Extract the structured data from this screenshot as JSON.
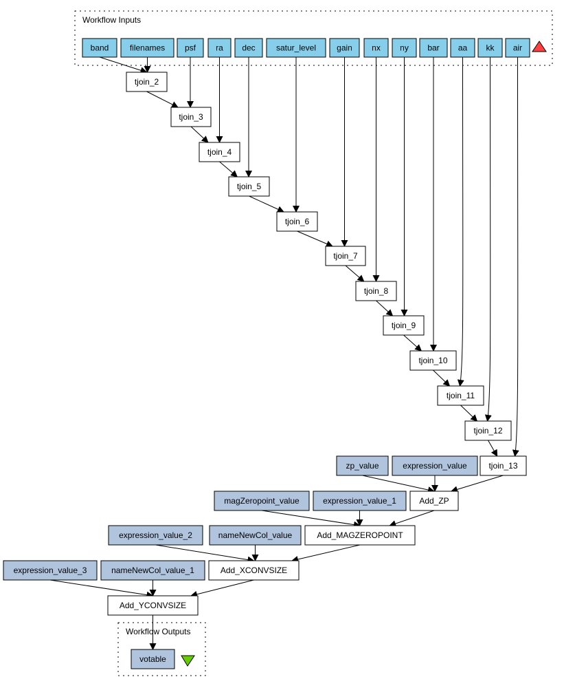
{
  "diagram": {
    "inputs_cluster": {
      "label": "Workflow Inputs"
    },
    "outputs_cluster": {
      "label": "Workflow Outputs"
    },
    "colors": {
      "input_fill": "#87ceeb",
      "constant_fill": "#b0c4de",
      "process_fill": "#ffffff",
      "output_fill": "#b0c4de",
      "input_triangle": "#ff4040",
      "output_triangle": "#66cc00",
      "stroke": "#000000"
    },
    "nodes": [
      {
        "id": "band",
        "label": "band",
        "type": "input"
      },
      {
        "id": "filenames",
        "label": "filenames",
        "type": "input"
      },
      {
        "id": "psf",
        "label": "psf",
        "type": "input"
      },
      {
        "id": "ra",
        "label": "ra",
        "type": "input"
      },
      {
        "id": "dec",
        "label": "dec",
        "type": "input"
      },
      {
        "id": "satur_level",
        "label": "satur_level",
        "type": "input"
      },
      {
        "id": "gain",
        "label": "gain",
        "type": "input"
      },
      {
        "id": "nx",
        "label": "nx",
        "type": "input"
      },
      {
        "id": "ny",
        "label": "ny",
        "type": "input"
      },
      {
        "id": "bar",
        "label": "bar",
        "type": "input"
      },
      {
        "id": "aa",
        "label": "aa",
        "type": "input"
      },
      {
        "id": "kk",
        "label": "kk",
        "type": "input"
      },
      {
        "id": "air",
        "label": "air",
        "type": "input"
      },
      {
        "id": "tjoin_2",
        "label": "tjoin_2",
        "type": "process"
      },
      {
        "id": "tjoin_3",
        "label": "tjoin_3",
        "type": "process"
      },
      {
        "id": "tjoin_4",
        "label": "tjoin_4",
        "type": "process"
      },
      {
        "id": "tjoin_5",
        "label": "tjoin_5",
        "type": "process"
      },
      {
        "id": "tjoin_6",
        "label": "tjoin_6",
        "type": "process"
      },
      {
        "id": "tjoin_7",
        "label": "tjoin_7",
        "type": "process"
      },
      {
        "id": "tjoin_8",
        "label": "tjoin_8",
        "type": "process"
      },
      {
        "id": "tjoin_9",
        "label": "tjoin_9",
        "type": "process"
      },
      {
        "id": "tjoin_10",
        "label": "tjoin_10",
        "type": "process"
      },
      {
        "id": "tjoin_11",
        "label": "tjoin_11",
        "type": "process"
      },
      {
        "id": "tjoin_12",
        "label": "tjoin_12",
        "type": "process"
      },
      {
        "id": "tjoin_13",
        "label": "tjoin_13",
        "type": "process"
      },
      {
        "id": "zp_value",
        "label": "zp_value",
        "type": "constant"
      },
      {
        "id": "expression_value",
        "label": "expression_value",
        "type": "constant"
      },
      {
        "id": "Add_ZP",
        "label": "Add_ZP",
        "type": "process"
      },
      {
        "id": "magZeropoint_value",
        "label": "magZeropoint_value",
        "type": "constant"
      },
      {
        "id": "expression_value_1",
        "label": "expression_value_1",
        "type": "constant"
      },
      {
        "id": "Add_MAGZEROPOINT",
        "label": "Add_MAGZEROPOINT",
        "type": "process"
      },
      {
        "id": "expression_value_2",
        "label": "expression_value_2",
        "type": "constant"
      },
      {
        "id": "nameNewCol_value",
        "label": "nameNewCol_value",
        "type": "constant"
      },
      {
        "id": "Add_XCONVSIZE",
        "label": "Add_XCONVSIZE",
        "type": "process"
      },
      {
        "id": "expression_value_3",
        "label": "expression_value_3",
        "type": "constant"
      },
      {
        "id": "nameNewCol_value_1",
        "label": "nameNewCol_value_1",
        "type": "constant"
      },
      {
        "id": "Add_YCONVSIZE",
        "label": "Add_YCONVSIZE",
        "type": "process"
      },
      {
        "id": "votable",
        "label": "votable",
        "type": "output"
      }
    ],
    "edges": [
      [
        "band",
        "tjoin_2"
      ],
      [
        "filenames",
        "tjoin_2"
      ],
      [
        "tjoin_2",
        "tjoin_3"
      ],
      [
        "psf",
        "tjoin_3"
      ],
      [
        "tjoin_3",
        "tjoin_4"
      ],
      [
        "ra",
        "tjoin_4"
      ],
      [
        "tjoin_4",
        "tjoin_5"
      ],
      [
        "dec",
        "tjoin_5"
      ],
      [
        "tjoin_5",
        "tjoin_6"
      ],
      [
        "satur_level",
        "tjoin_6"
      ],
      [
        "tjoin_6",
        "tjoin_7"
      ],
      [
        "gain",
        "tjoin_7"
      ],
      [
        "tjoin_7",
        "tjoin_8"
      ],
      [
        "nx",
        "tjoin_8"
      ],
      [
        "tjoin_8",
        "tjoin_9"
      ],
      [
        "ny",
        "tjoin_9"
      ],
      [
        "tjoin_9",
        "tjoin_10"
      ],
      [
        "bar",
        "tjoin_10"
      ],
      [
        "tjoin_10",
        "tjoin_11"
      ],
      [
        "aa",
        "tjoin_11"
      ],
      [
        "tjoin_11",
        "tjoin_12"
      ],
      [
        "kk",
        "tjoin_12"
      ],
      [
        "tjoin_12",
        "tjoin_13"
      ],
      [
        "air",
        "tjoin_13"
      ],
      [
        "zp_value",
        "Add_ZP"
      ],
      [
        "expression_value",
        "Add_ZP"
      ],
      [
        "tjoin_13",
        "Add_ZP"
      ],
      [
        "magZeropoint_value",
        "Add_MAGZEROPOINT"
      ],
      [
        "expression_value_1",
        "Add_MAGZEROPOINT"
      ],
      [
        "Add_ZP",
        "Add_MAGZEROPOINT"
      ],
      [
        "expression_value_2",
        "Add_XCONVSIZE"
      ],
      [
        "nameNewCol_value",
        "Add_XCONVSIZE"
      ],
      [
        "Add_MAGZEROPOINT",
        "Add_XCONVSIZE"
      ],
      [
        "expression_value_3",
        "Add_YCONVSIZE"
      ],
      [
        "nameNewCol_value_1",
        "Add_YCONVSIZE"
      ],
      [
        "Add_XCONVSIZE",
        "Add_YCONVSIZE"
      ],
      [
        "Add_YCONVSIZE",
        "votable"
      ]
    ]
  }
}
